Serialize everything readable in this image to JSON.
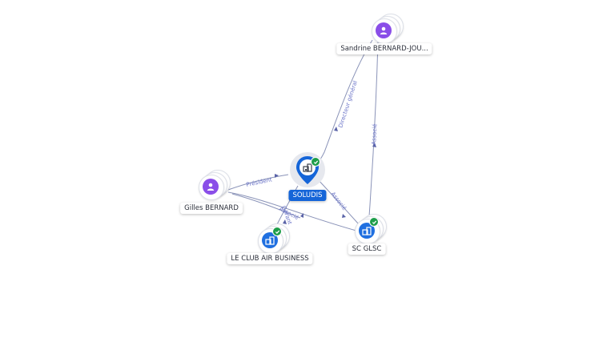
{
  "nodes": {
    "sandrine": {
      "label": "Sandrine BERNARD-JOU...",
      "type": "person"
    },
    "gilles": {
      "label": "Gilles BERNARD",
      "type": "person"
    },
    "soludis": {
      "label": "SOLUDIS",
      "type": "company",
      "verified": true
    },
    "club": {
      "label": "LE CLUB AIR BUSINESS",
      "type": "company",
      "verified": true
    },
    "glsc": {
      "label": "SC GLSC",
      "type": "company",
      "verified": true
    }
  },
  "edges": {
    "president": "Président",
    "directeur": "Directeur général",
    "associe_sandrine": "Associé",
    "associe_soludis": "Associé",
    "gerant": "Gérant",
    "associe_gilles": "Associé"
  },
  "colors": {
    "person": "#8a4ee8",
    "company": "#1f6fe0",
    "verified": "#1e9e4a",
    "edge": "#8a93b8",
    "edge_label": "#6b74c8"
  }
}
